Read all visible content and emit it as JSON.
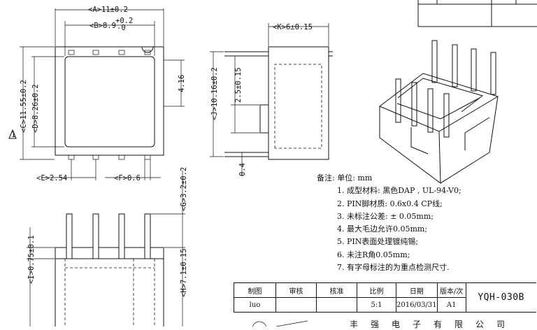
{
  "dims": {
    "A": "<A>11±0.2",
    "B_main": "<B>8.9",
    "B_tol_up": "+0.2",
    "B_tol_dn": "-0",
    "K": "<K>6±0.15",
    "C": "<C>11.55±0.2",
    "D": "<D>8.26±0.2",
    "dim416": "4.16",
    "J": "<J>10.16±0.2",
    "dim25": "2.5±0.15",
    "dim04": "0.4",
    "E": "<E>2.54",
    "F": "<F>0.6",
    "G": "<G>3.2±0.2",
    "I": "<I>0.75±0.1",
    "H": "<H>7.1±0.15"
  },
  "notes": {
    "header": "备注:  单位: mm",
    "items": [
      "1. 成型材料: 黑色DAP , UL-94-V0;",
      "2. PIN脚材质: 0.6x0.4  CP线;",
      "3. 未标注公差: ± 0.05mm;",
      "4. 最大毛边允许0.05mm;",
      "5. PIN表面处理镀纯锡;",
      "6. 未注R角0.05mm;",
      "7. 有字母标注的为重点检测尺寸."
    ]
  },
  "title_block": {
    "headers": [
      "制图",
      "审核",
      "核准",
      "比例",
      "日期",
      "版本/次"
    ],
    "values": [
      "luo",
      "",
      "",
      "5:1",
      "2016/03/31",
      "A1"
    ],
    "model": "YQH-030B",
    "company": "丰强电子有限公司"
  },
  "marker": "1"
}
